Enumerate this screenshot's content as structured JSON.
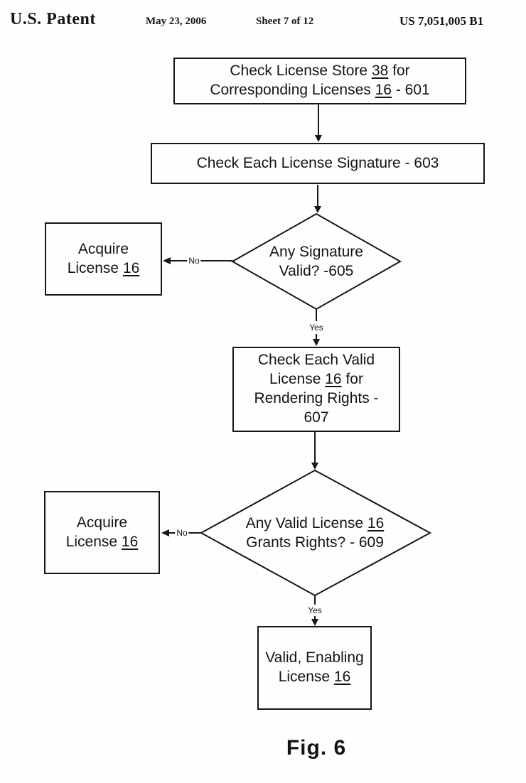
{
  "header": {
    "title": "U.S. Patent",
    "date": "May 23, 2006",
    "sheet": "Sheet 7 of 12",
    "patent_number": "US 7,051,005 B1"
  },
  "flowchart": {
    "box601": {
      "line1_pre": "Check License Store ",
      "line1_ref": "38",
      "line1_post": " for",
      "line2_pre": "Corresponding Licenses ",
      "line2_ref": "16",
      "line2_post": " - 601"
    },
    "box603": {
      "label": "Check Each License Signature - 603"
    },
    "diamond605": {
      "line1": "Any Signature",
      "line2": "Valid? -605"
    },
    "acquire_box_1": {
      "line1": "Acquire",
      "line2_pre": "License ",
      "line2_ref": "16"
    },
    "no_label_1": "No",
    "yes_label_1": "Yes",
    "box607": {
      "line1": "Check Each Valid",
      "line2_pre": "License ",
      "line2_ref": "16",
      "line2_post": " for",
      "line3": "Rendering Rights -",
      "line4": "607"
    },
    "diamond609": {
      "line1_pre": "Any Valid License ",
      "line1_ref": "16",
      "line2": "Grants Rights? - 609"
    },
    "acquire_box_2": {
      "line1": "Acquire",
      "line2_pre": "License ",
      "line2_ref": "16"
    },
    "no_label_2": "No",
    "yes_label_2": "Yes",
    "final_box": {
      "line1": "Valid, Enabling",
      "line2_pre": "License ",
      "line2_ref": "16"
    }
  },
  "caption": "Fig. 6"
}
